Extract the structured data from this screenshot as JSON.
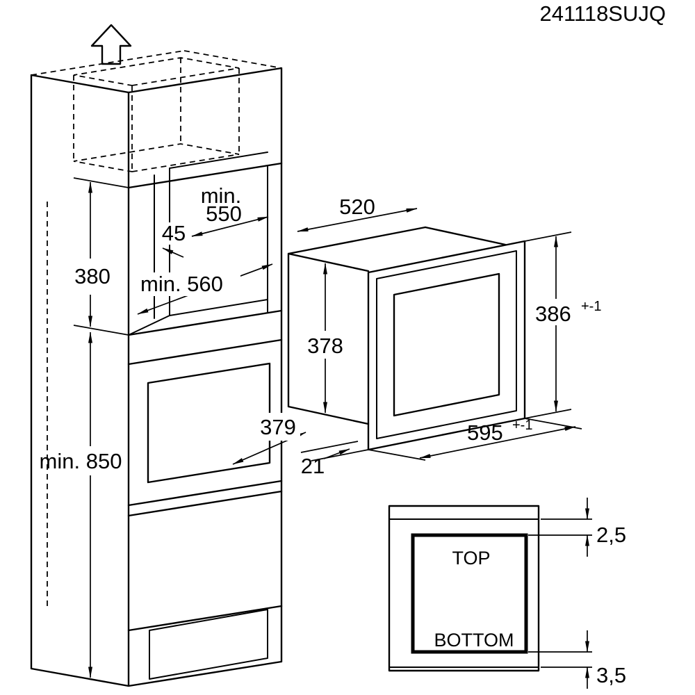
{
  "title_code": "241118SUJQ",
  "colors": {
    "line": "#000000",
    "background": "#ffffff"
  },
  "cabinet": {
    "airflow_icon": "up-arrow",
    "niche_width_unit": "min.",
    "niche_width": "550",
    "back_gap": "45",
    "niche_height": "380",
    "niche_depth": "min. 560",
    "recess_depth": "379",
    "plinth_height": "min. 850"
  },
  "appliance": {
    "body_width": "520",
    "body_height": "378",
    "frame_height": "386",
    "frame_height_tolerance": "+-1",
    "frame_width": "595",
    "frame_width_tolerance": "+-1",
    "frame_overlap": "21"
  },
  "front_view": {
    "top": "TOP",
    "bottom": "BOTTOM",
    "gap_top": "2,5",
    "gap_bottom": "3,5"
  }
}
